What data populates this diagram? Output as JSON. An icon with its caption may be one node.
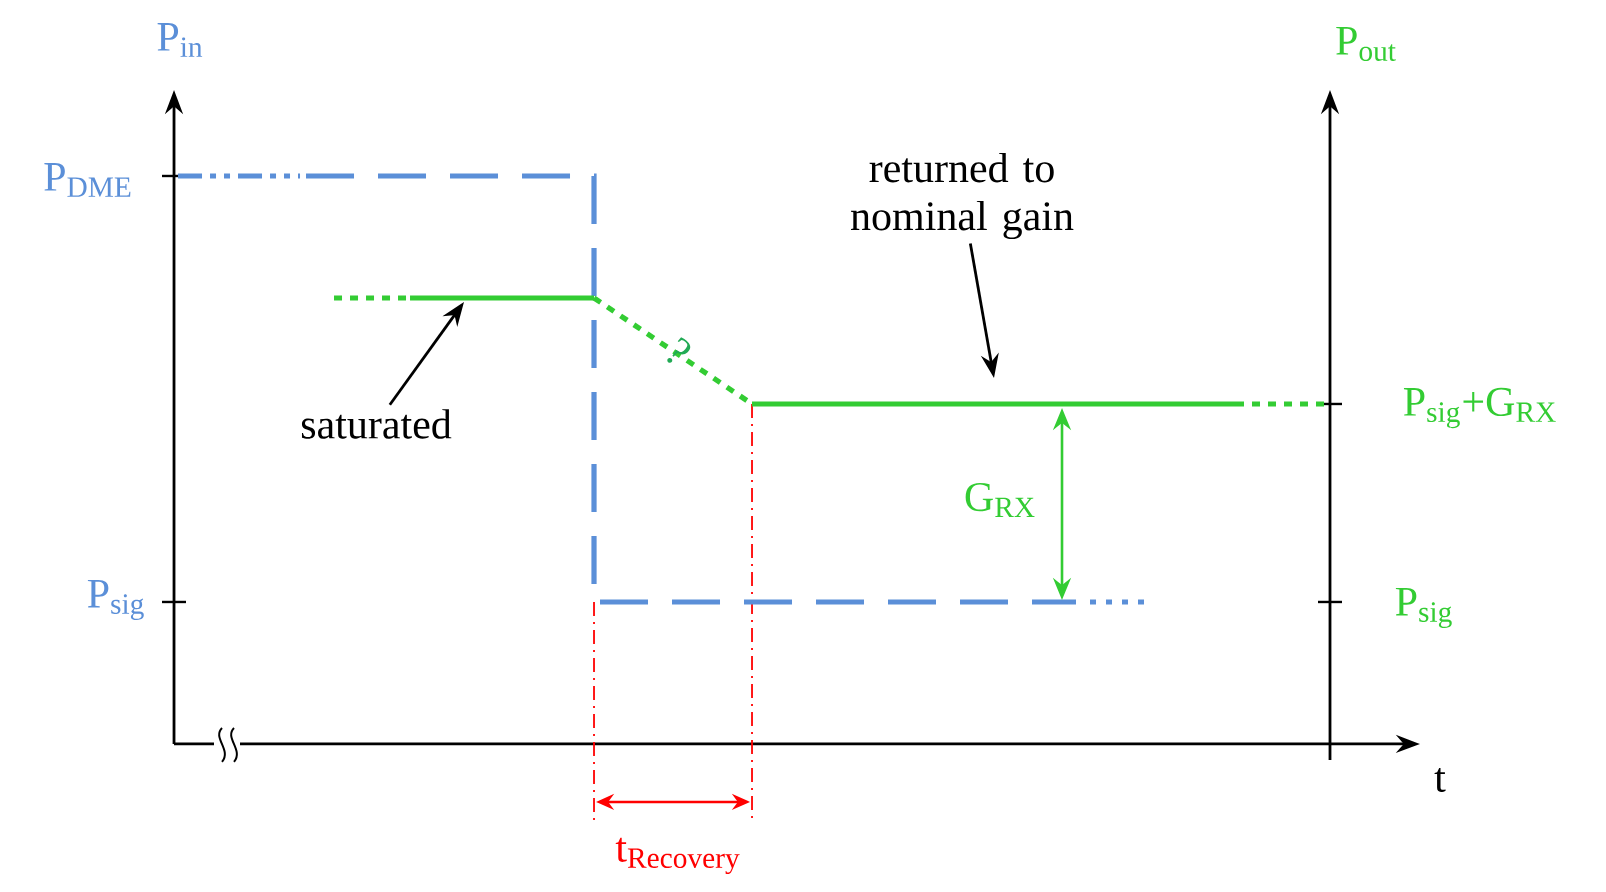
{
  "diagram": {
    "nodes": [
      {
        "text": [
          "saturated"
        ]
      },
      {
        "text": [
          "returned to nominal gain"
        ]
      }
    ],
    "edges": [
      {
        "from": 0,
        "to": null,
        "arrow": "to"
      },
      {
        "from": 1,
        "to": null,
        "arrow": "to"
      }
    ],
    "labels": [
      "P$_{in}$",
      "P$_{DME}$",
      "P$_{sig}$",
      "P$_{out}$",
      "?",
      "P$_{sig}$+G$_{RX}$",
      "G$_{RX}$",
      "P$_{sig}$",
      "t",
      "t$_{Recovery}$"
    ]
  }
}
